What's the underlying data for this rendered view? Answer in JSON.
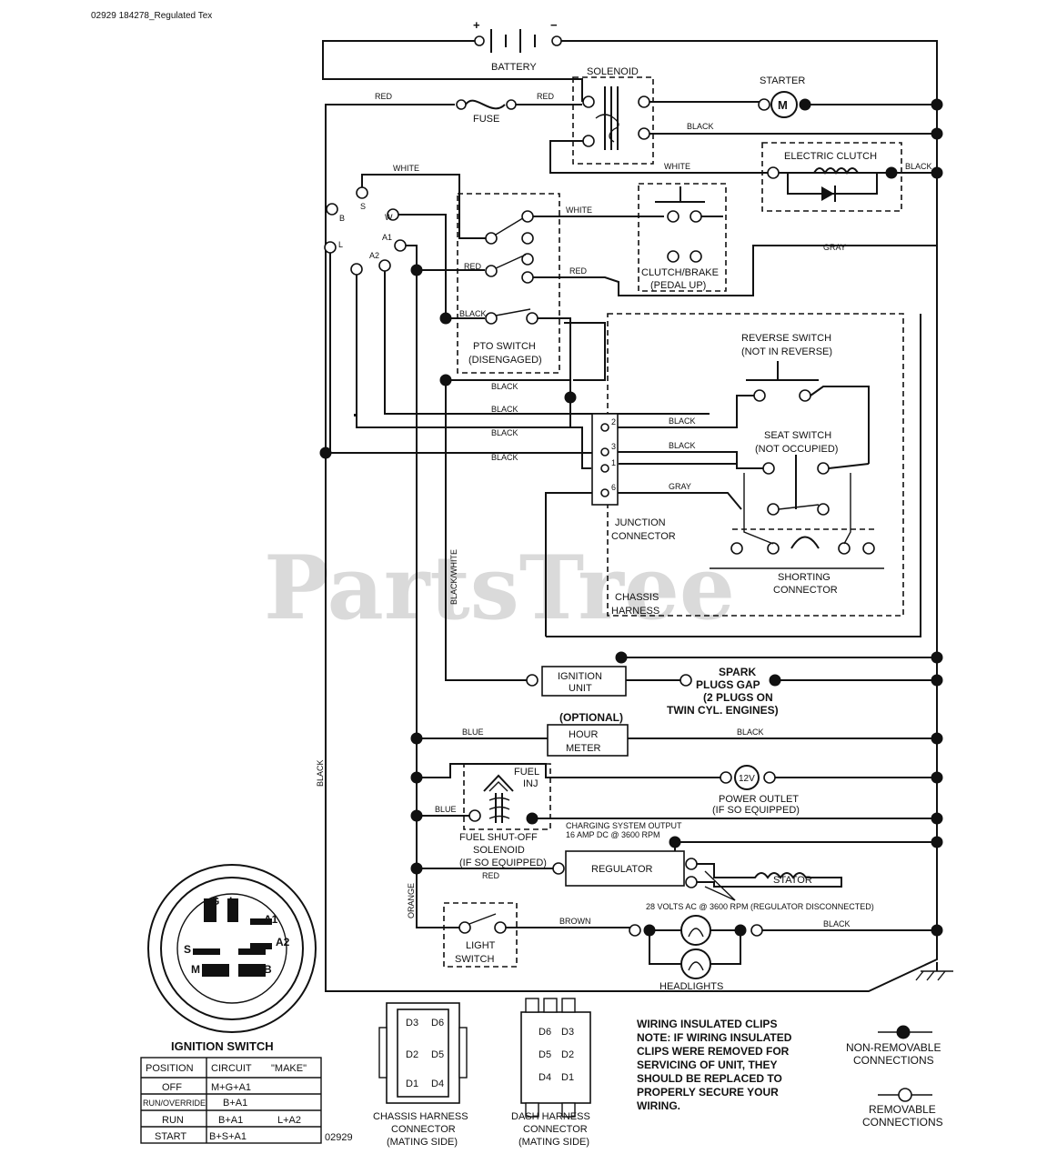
{
  "header": {
    "caption": "02929 184278_Regulated Tex"
  },
  "watermark": "PartsTree",
  "components": {
    "battery": "BATTERY",
    "battery_plus": "+",
    "battery_minus": "−",
    "solenoid": "SOLENOID",
    "starter": "STARTER",
    "starter_symbol": "M",
    "fuse": "FUSE",
    "electric_clutch": "ELECTRIC CLUTCH",
    "clutch_brake_1": "CLUTCH/BRAKE",
    "clutch_brake_2": "(PEDAL UP)",
    "pto_switch_1": "PTO SWITCH",
    "pto_switch_2": "(DISENGAGED)",
    "reverse_switch_1": "REVERSE SWITCH",
    "reverse_switch_2": "(NOT IN REVERSE)",
    "seat_switch_1": "SEAT SWITCH",
    "seat_switch_2": "(NOT OCCUPIED)",
    "junction_connector_1": "JUNCTION",
    "junction_connector_2": "CONNECTOR",
    "shorting_connector_1": "SHORTING",
    "shorting_connector_2": "CONNECTOR",
    "chassis_harness_1": "CHASSIS",
    "chassis_harness_2": "HARNESS",
    "ignition_unit_1": "IGNITION",
    "ignition_unit_2": "UNIT",
    "spark_plugs_1": "SPARK",
    "spark_plugs_2": "PLUGS GAP",
    "spark_plugs_3": "(2 PLUGS ON",
    "spark_plugs_4": "TWIN CYL. ENGINES)",
    "optional": "(OPTIONAL)",
    "hour_meter_1": "HOUR",
    "hour_meter_2": "METER",
    "fuel_inj_1": "FUEL",
    "fuel_inj_2": "INJ",
    "power_outlet_symbol": "12V",
    "power_outlet_1": "POWER OUTLET",
    "power_outlet_2": "(IF SO EQUIPPED)",
    "charging_1": "CHARGING SYSTEM OUTPUT",
    "charging_2": "16 AMP DC @ 3600 RPM",
    "fuel_solenoid_1": "FUEL SHUT-OFF",
    "fuel_solenoid_2": "SOLENOID",
    "fuel_solenoid_3": "(IF SO EQUIPPED)",
    "regulator": "REGULATOR",
    "stator": "STATOR",
    "stator_note": "28 VOLTS AC @ 3600 RPM (REGULATOR DISCONNECTED)",
    "light_switch_1": "LIGHT",
    "light_switch_2": "SWITCH",
    "headlights": "HEADLIGHTS"
  },
  "wires": {
    "red": "RED",
    "white": "WHITE",
    "black": "BLACK",
    "gray": "GRAY",
    "blue": "BLUE",
    "brown": "BROWN",
    "orange": "ORANGE",
    "black_white": "BLACK/WHITE"
  },
  "ignition_terminals": {
    "b": "B",
    "s": "S",
    "w": "W",
    "a1": "A1",
    "a2": "A2",
    "m": "M",
    "l": "L",
    "g": "G"
  },
  "junction_pins": [
    "2",
    "3",
    "1",
    "6"
  ],
  "ignition_switch": {
    "title": "IGNITION SWITCH",
    "headers": [
      "POSITION",
      "CIRCUIT",
      "\"MAKE\""
    ],
    "rows": [
      [
        "OFF",
        "M+G+A1",
        ""
      ],
      [
        "RUN/OVERRIDE",
        "B+A1",
        ""
      ],
      [
        "RUN",
        "B+A1",
        "L+A2"
      ],
      [
        "START",
        "B+S+A1",
        ""
      ]
    ],
    "face": {
      "g": "G",
      "l": "L",
      "a1": "A1",
      "a2": "A2",
      "s": "S",
      "m": "M",
      "b": "B"
    }
  },
  "figure_number": "02929",
  "connectors": {
    "chassis_1": "CHASSIS HARNESS",
    "chassis_2": "CONNECTOR",
    "chassis_3": "(MATING SIDE)",
    "chassis_pins": [
      "D3",
      "D6",
      "D2",
      "D5",
      "D1",
      "D4"
    ],
    "dash_1": "DASH HARNESS",
    "dash_2": "CONNECTOR",
    "dash_3": "(MATING SIDE)",
    "dash_pins": [
      "D6",
      "D3",
      "D5",
      "D2",
      "D4",
      "D1"
    ]
  },
  "notes": {
    "clips_title": "WIRING INSULATED CLIPS",
    "clips_1": "NOTE: IF WIRING INSULATED",
    "clips_2": "CLIPS WERE REMOVED FOR",
    "clips_3": "SERVICING OF UNIT, THEY",
    "clips_4": "SHOULD BE REPLACED TO",
    "clips_5": "PROPERLY SECURE YOUR",
    "clips_6": "WIRING."
  },
  "legend": {
    "non_removable_1": "NON-REMOVABLE",
    "non_removable_2": "CONNECTIONS",
    "removable_1": "REMOVABLE",
    "removable_2": "CONNECTIONS"
  }
}
